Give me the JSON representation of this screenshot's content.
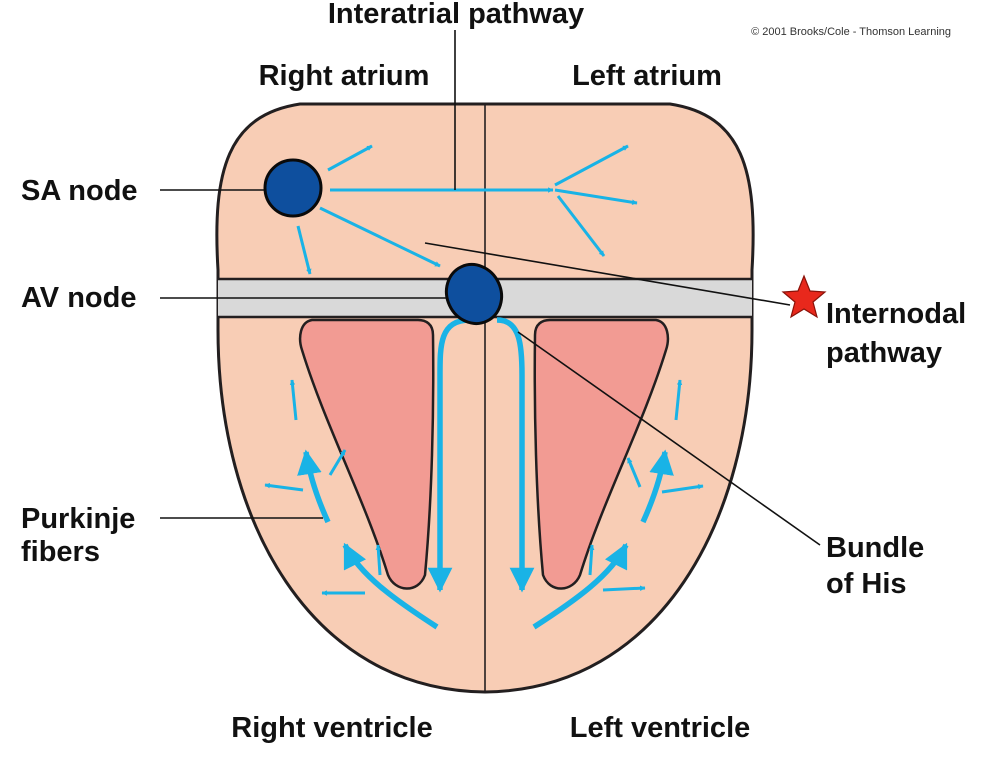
{
  "copyright": "© 2001 Brooks/Cole - Thomson Learning",
  "labels": {
    "interatrial_pathway": "Interatrial pathway",
    "right_atrium": "Right atrium",
    "left_atrium": "Left atrium",
    "sa_node": "SA node",
    "av_node": "AV node",
    "internodal_line1": "Internodal",
    "internodal_line2": "pathway",
    "purkinje_line1": "Purkinje",
    "purkinje_line2": "fibers",
    "bundle_line1": "Bundle",
    "bundle_line2": "of His",
    "right_ventricle": "Right ventricle",
    "left_ventricle": "Left ventricle"
  },
  "colors": {
    "heart_tissue": "#f8cdb5",
    "ventricle_cavity": "#f29b93",
    "conduction_band": "#d9d9d9",
    "node": "#0e4f9e",
    "impulse_arrows": "#19b3e6",
    "star_marker": "#e8281c"
  },
  "icons": {
    "marker": "star-icon"
  }
}
